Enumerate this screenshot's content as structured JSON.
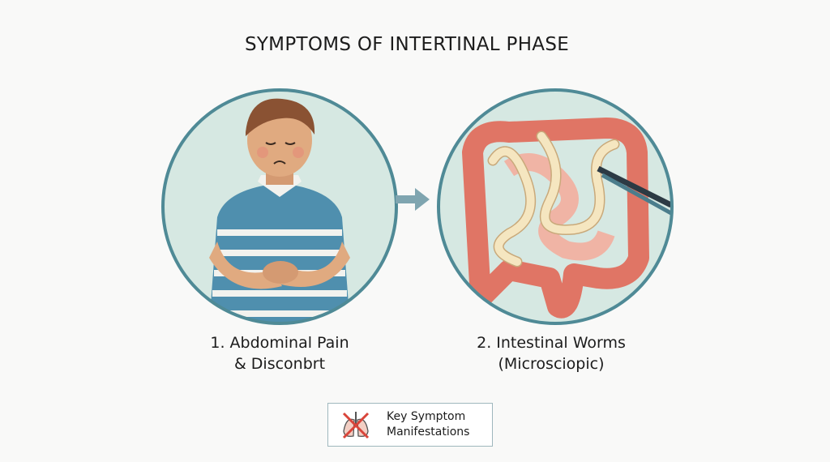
{
  "title": "SYMPTOMS OF INTERTINAL PHASE",
  "panels": [
    {
      "caption_line1": "1. Abdominal Pain",
      "caption_line2": "& Disconbrt",
      "icon": "person-stomach-pain"
    },
    {
      "caption_line1": "2. Intestinal Worms",
      "caption_line2": "(Microsciopic)",
      "icon": "intestine-worms"
    }
  ],
  "legend": {
    "line1": "Key Symptom",
    "line2": "Manifestations",
    "icon": "lungs-crossed-icon"
  },
  "colors": {
    "circle_border": "#4f8a96",
    "circle_fill": "#d6e8e2",
    "arrow": "#7fa5b0",
    "intestine": "#e07565",
    "worm": "#f5e6c0"
  }
}
